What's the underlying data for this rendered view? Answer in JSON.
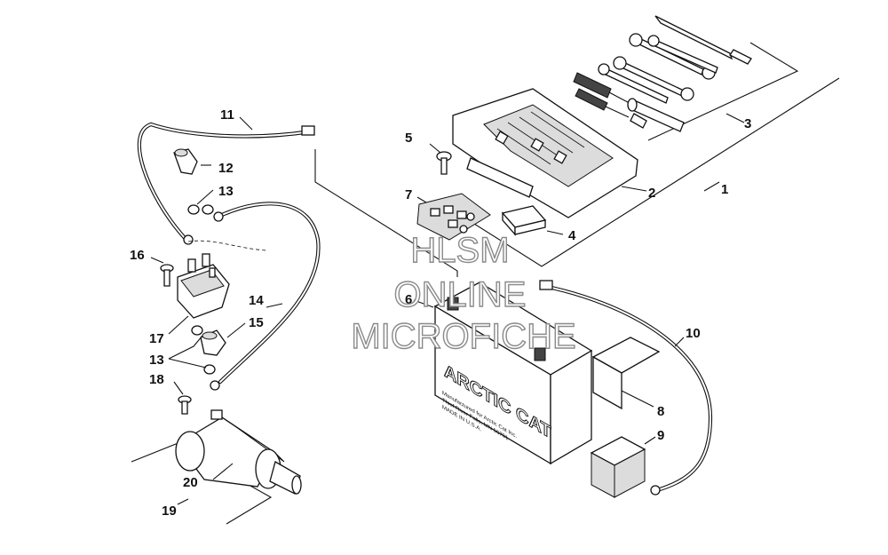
{
  "callouts": {
    "c1": "1",
    "c2": "2",
    "c3": "3",
    "c4": "4",
    "c5": "5",
    "c6": "6",
    "c7": "7",
    "c8": "8",
    "c9": "9",
    "c10": "10",
    "c11": "11",
    "c12": "12",
    "c13a": "13",
    "c13b": "13",
    "c14": "14",
    "c15": "15",
    "c16": "16",
    "c17": "17",
    "c18": "18",
    "c19": "19",
    "c20": "20"
  },
  "battery": {
    "brand": "ARCTIC CAT",
    "fine_print_1": "Manufactured for Arctic Cat Inc.",
    "fine_print_2": "Thief River Falls, MN 56701",
    "fine_print_3": "MADE IN U.S.A."
  },
  "watermark": {
    "line1": "HLSM",
    "line2": "ONLINE",
    "line3": "MICROFICHE"
  },
  "colors": {
    "ink": "#111111",
    "watermark_outline": "#8a8a8a"
  }
}
